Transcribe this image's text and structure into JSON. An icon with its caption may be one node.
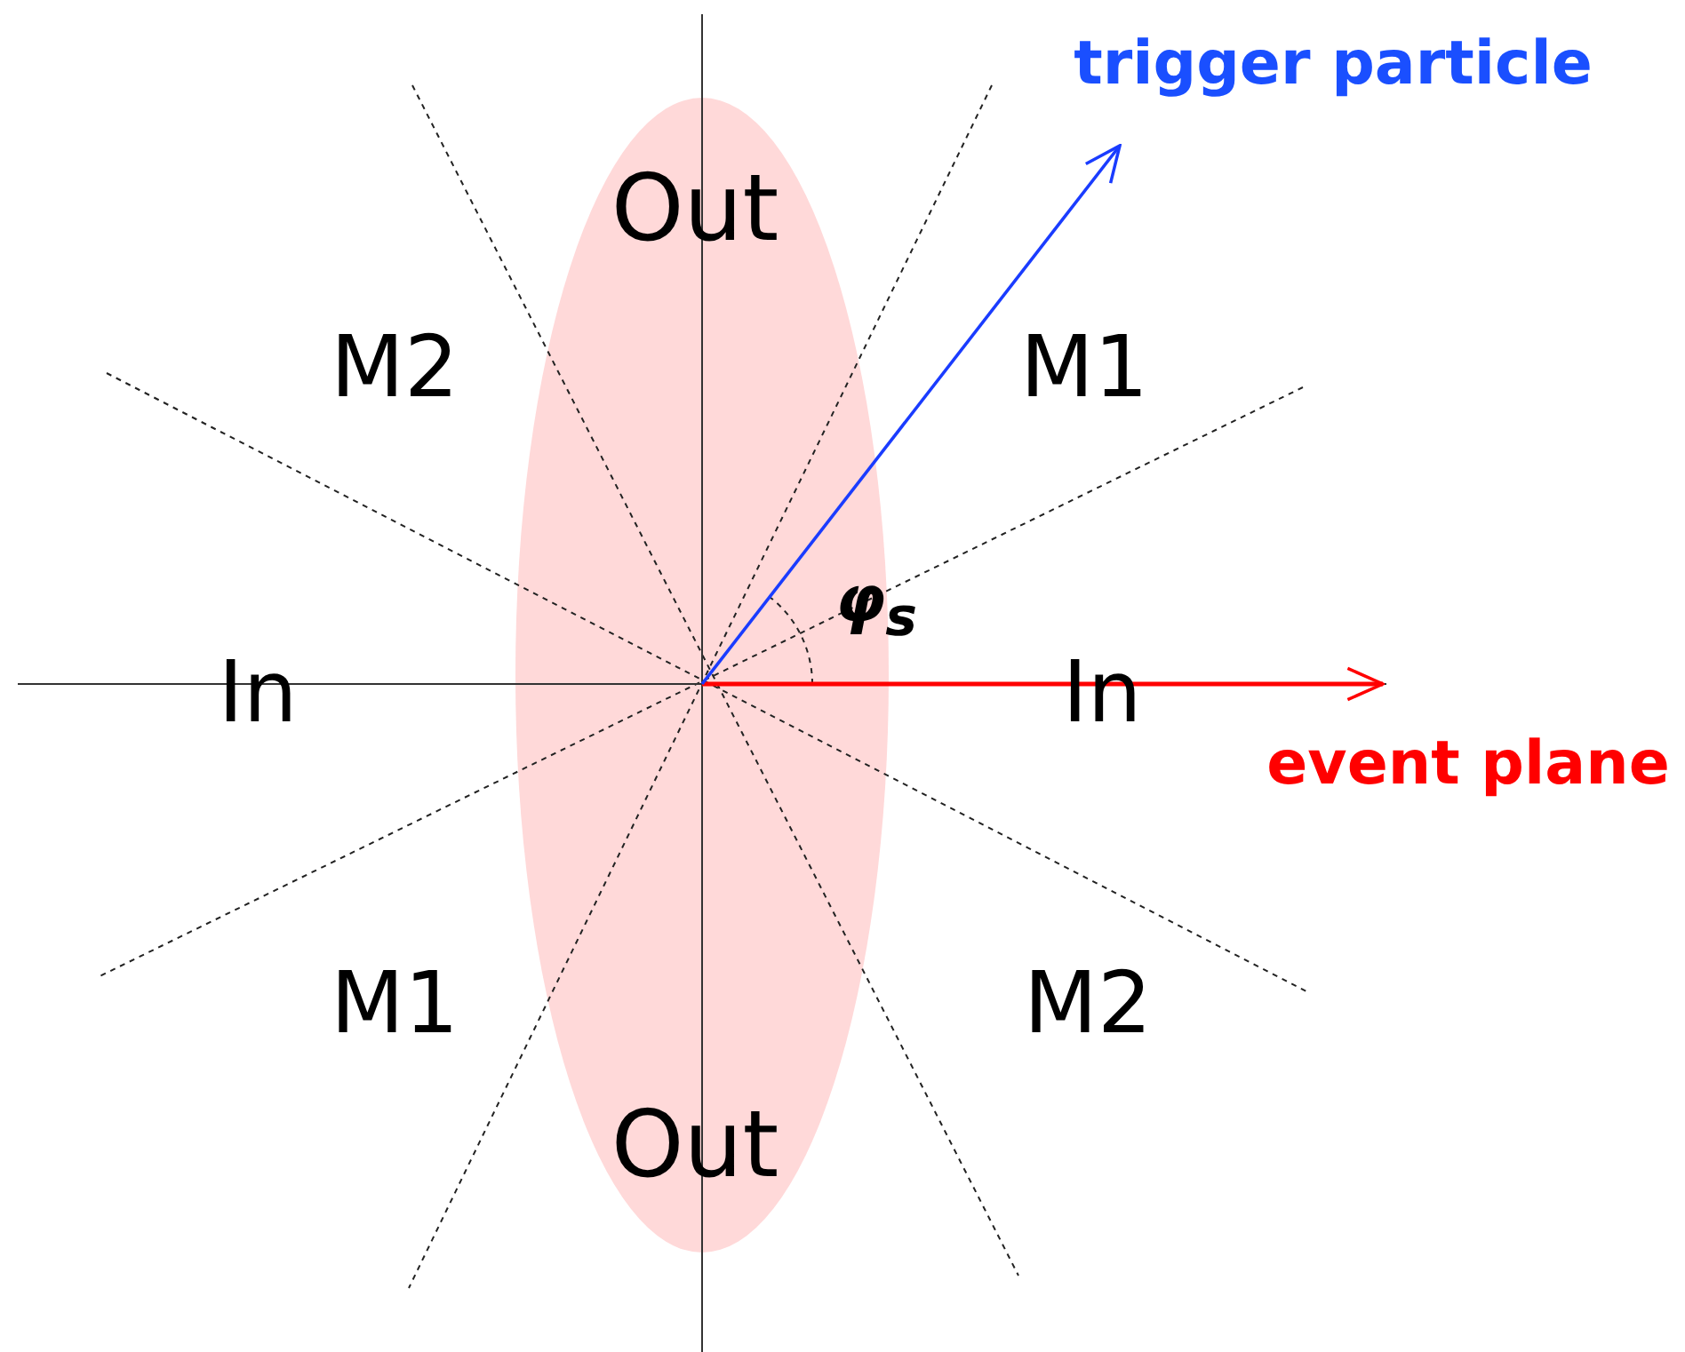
{
  "diagram": {
    "labels": [
      "trigger particle",
      "Out",
      "M2",
      "M1",
      "φ$_{s}$",
      "In",
      "In",
      "event plane",
      "M1",
      "M2",
      "Out"
    ]
  }
}
